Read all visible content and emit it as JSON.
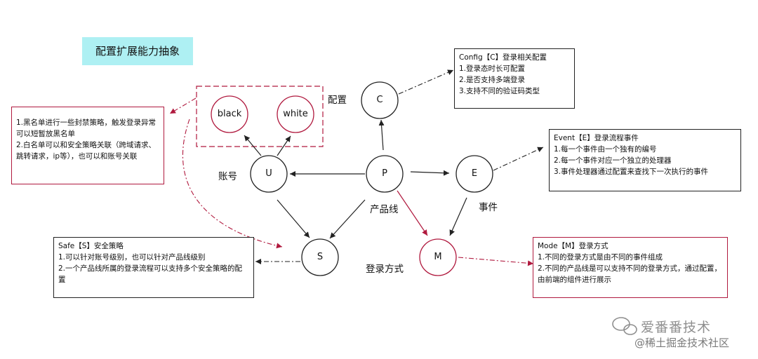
{
  "title": "配置扩展能力抽象",
  "nodes": {
    "C": "C",
    "U": "U",
    "P": "P",
    "E": "E",
    "S": "S",
    "M": "M",
    "black": "black",
    "white": "white"
  },
  "labels": {
    "config": "配置",
    "account": "账号",
    "product_line": "产品线",
    "event": "事件",
    "login_mode": "登录方式"
  },
  "notes": {
    "config": {
      "heading": "Config【C】登录相关配置",
      "lines": [
        "1.登录态时长可配置",
        "2.是否支持多端登录",
        "3.支持不同的验证码类型"
      ]
    },
    "blacklist": {
      "lines": [
        "1.黑名单进行一些封禁策略，触发登录异常可以短暂放黑名单",
        "2.白名单可以和安全策略关联（跨域请求、跳转请求，ip等），也可以和账号关联"
      ]
    },
    "event": {
      "heading": "Event【E】登录流程事件",
      "lines": [
        "1.每一个事件由一个独有的编号",
        "2.每一个事件对应一个独立的处理器",
        "3.事件处理器通过配置来查找下一次执行的事件"
      ]
    },
    "safe": {
      "heading": "Safe【S】安全策略",
      "lines": [
        "1.可以针对账号级别，也可以针对产品线级别",
        "2.一个产品线所属的登录流程可以支持多个安全策略的配置"
      ]
    },
    "mode": {
      "heading": "Mode【M】登录方式",
      "lines": [
        "1.不同的登录方式是由不同的事件组成",
        "2.不同的产品线是可以支持不同的登录方式，通过配置，由前端的组件进行展示"
      ]
    }
  },
  "watermark": {
    "brand": "爱番番技术",
    "site": "@稀土掘金技术社区"
  },
  "colors": {
    "title_bg": "#aef0f3",
    "accent_red": "#b0193e",
    "line": "#222222"
  }
}
